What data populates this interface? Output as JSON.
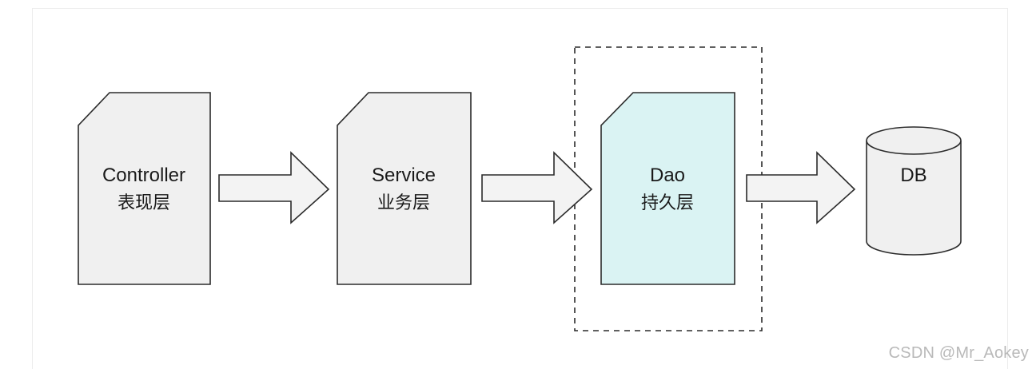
{
  "nodes": {
    "controller": {
      "line1": "Controller",
      "line2": "表现层",
      "fill": "#f0f0f0"
    },
    "service": {
      "line1": "Service",
      "line2": "业务层",
      "fill": "#f0f0f0"
    },
    "dao": {
      "line1": "Dao",
      "line2": "持久层",
      "fill": "#daf3f3"
    },
    "db": {
      "line1": "DB",
      "fill": "#f0f0f0"
    }
  },
  "colors": {
    "stroke": "#2b2b2b",
    "arrow_fill": "#f3f3f3",
    "highlight_border": "#2b2b2b"
  },
  "watermark": "CSDN @Mr_Aokey"
}
